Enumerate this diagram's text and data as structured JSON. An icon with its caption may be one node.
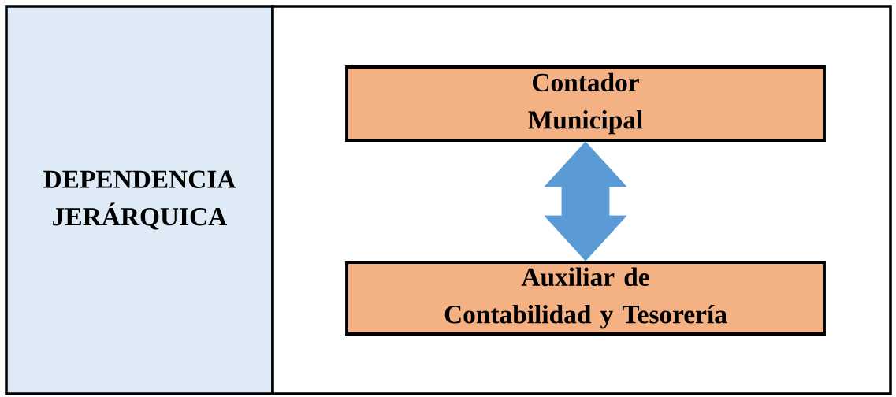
{
  "diagram": {
    "nodes": [
      {
        "text": [
          "DEPENDENCIA JERÁRQUICA"
        ]
      },
      {
        "text": [],
        "shape": "box"
      },
      {
        "text": [
          "Contador Municipal"
        ],
        "in": 1
      },
      {
        "text": [
          "Auxiliar de Contabilidad y Tesorería"
        ],
        "in": 1
      }
    ],
    "edges": [
      {
        "from": 2,
        "to": 3,
        "arrow": "both"
      }
    ]
  }
}
